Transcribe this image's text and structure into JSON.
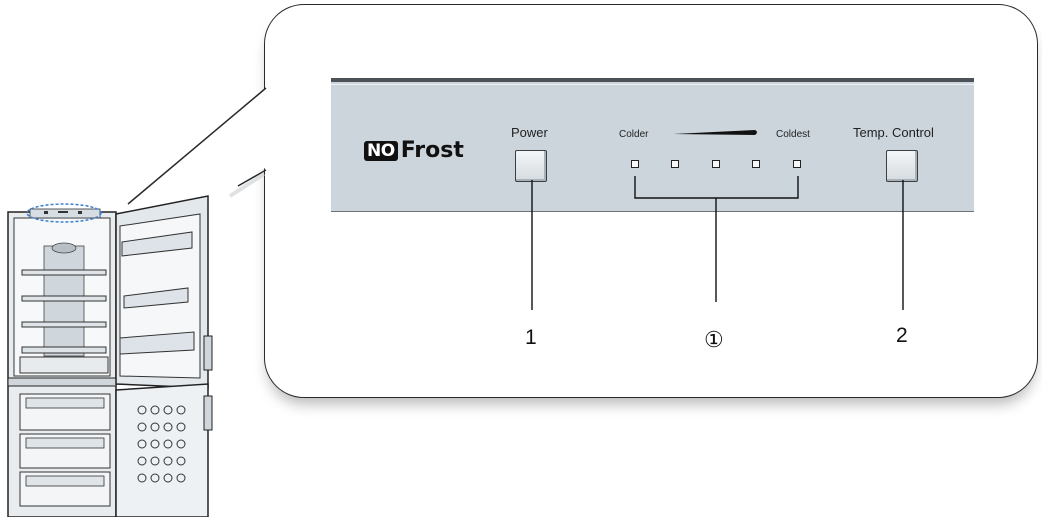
{
  "panel": {
    "logo_no": "NO",
    "logo_word": "Frost",
    "power_label": "Power",
    "temp_label": "Temp. Control",
    "colder_label": "Colder",
    "coldest_label": "Coldest",
    "led_count": 5
  },
  "callouts": {
    "power_number": "1",
    "leds_number": "①",
    "temp_number": "2"
  },
  "colors": {
    "panel": "#ccd5dc",
    "outline": "#2a2a2a",
    "highlight": "#3b7fd0"
  }
}
